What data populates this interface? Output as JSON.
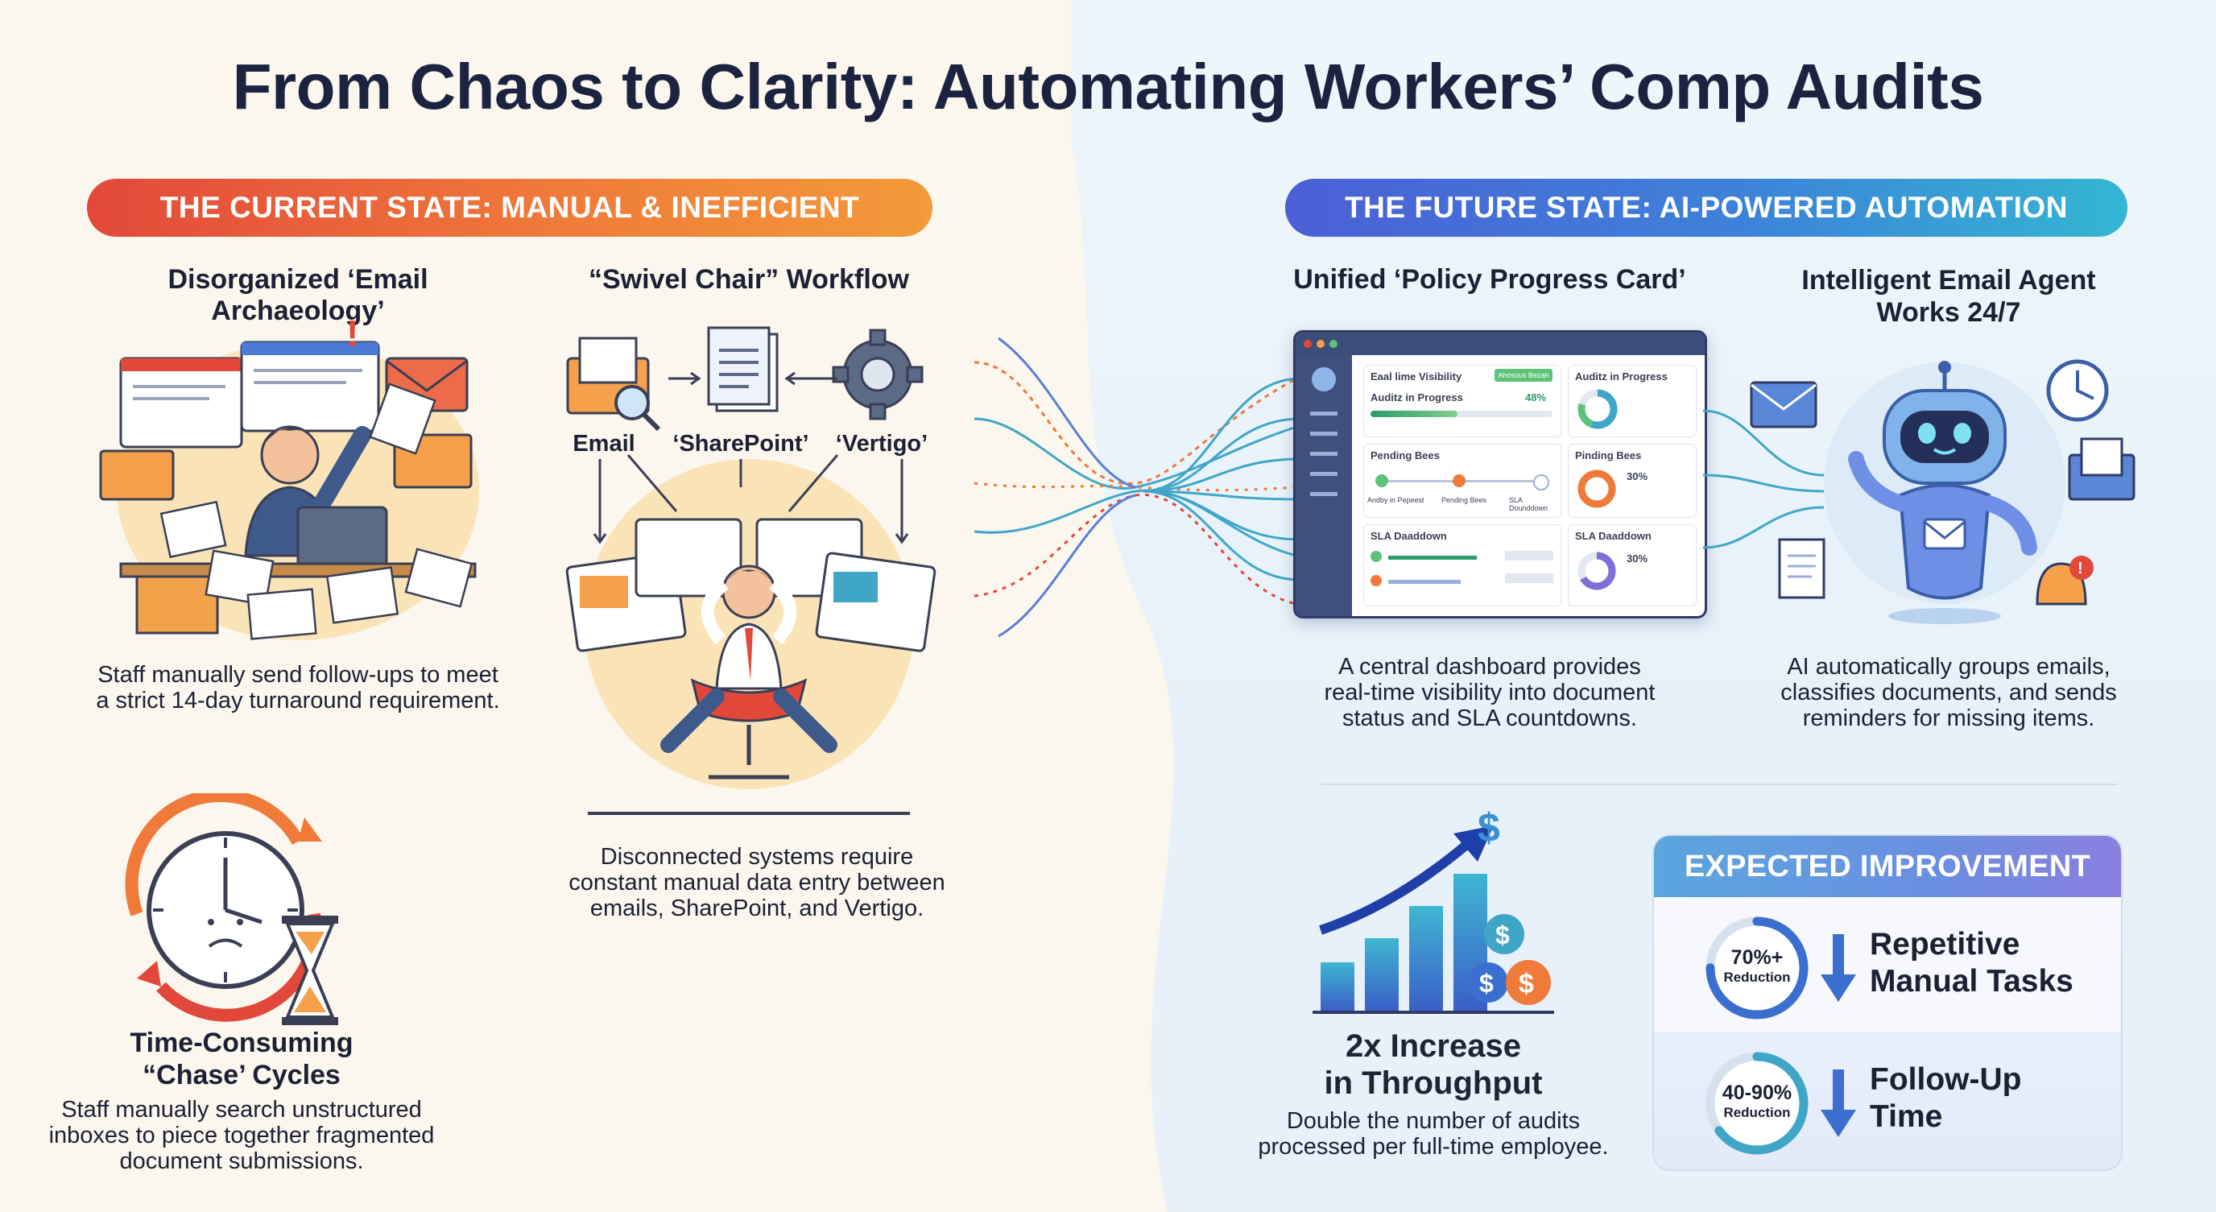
{
  "title": "From Chaos to Clarity: Automating Workers’ Comp Audits",
  "current_state": {
    "banner": "THE CURRENT STATE: MANUAL & INEFFICIENT",
    "email_archaeology": {
      "heading": "Disorganized ‘Email Archaeology’",
      "description_lines": [
        "Staff manually send follow-ups to meet",
        "a strict 14-day turnaround requirement."
      ]
    },
    "swivel_chair": {
      "heading": "“Swivel Chair” Workflow",
      "labels": {
        "email": "Email",
        "sharepoint": "‘SharePoint’",
        "vertigo": "‘Vertigo’"
      },
      "description_lines": [
        "Disconnected systems require",
        "constant manual data entry between",
        "emails, SharePoint, and Vertigo."
      ]
    },
    "chase_cycles": {
      "heading_lines": [
        "Time-Consuming",
        "“Chase’ Cycles"
      ],
      "description_lines": [
        "Staff manually search unstructured",
        "inboxes to piece together fragmented",
        "document submissions."
      ]
    }
  },
  "future_state": {
    "banner": "THE FUTURE STATE: AI-POWERED AUTOMATION",
    "progress_card": {
      "heading": "Unified ‘Policy Progress Card’",
      "description_lines": [
        "A central dashboard provides",
        "real-time visibility into document",
        "status and SLA countdowns."
      ],
      "dashboard": {
        "panel1_title": "Eaal lime Visibility",
        "panel1_badge": "Ahosous Bezah",
        "panel1_row": "Auditz in Progress",
        "panel1_pct": "48%",
        "panel1_fill": 0.48,
        "panel2_title": "Auditz in Progress",
        "panel3_title": "Pending Bees",
        "panel3_steps": [
          "Andby in Pepeest",
          "Pending Bees",
          "SLA Dounddown"
        ],
        "panel4_title": "Pinding Bees",
        "panel4_pct": "30%",
        "panel5_title": "SLA Daaddown",
        "panel6_title": "SLA Daaddown",
        "panel6_pct": "30%"
      }
    },
    "email_agent": {
      "heading_lines": [
        "Intelligent Email Agent",
        "Works 24/7"
      ],
      "description_lines": [
        "AI automatically groups emails,",
        "classifies documents, and sends",
        "reminders for missing items."
      ]
    },
    "throughput": {
      "heading_lines": [
        "2x Increase",
        "in Throughput"
      ],
      "description_lines": [
        "Double the number of audits",
        "processed per full-time employee."
      ]
    },
    "improvement": {
      "title": "EXPECTED IMPROVEMENT",
      "items": [
        {
          "value": "70%+",
          "sub": "Reduction",
          "label_lines": [
            "Repetitive",
            "Manual Tasks"
          ],
          "ring_fill": 0.75
        },
        {
          "value": "40-90%",
          "sub": "Reduction",
          "label_lines": [
            "Follow-Up",
            "Time"
          ],
          "ring_fill": 0.65
        }
      ]
    }
  },
  "colors": {
    "orange": "#ef7a3a",
    "red": "#e2483a",
    "blue": "#3d83d8",
    "teal": "#33b6d2",
    "navy": "#1b2340"
  }
}
